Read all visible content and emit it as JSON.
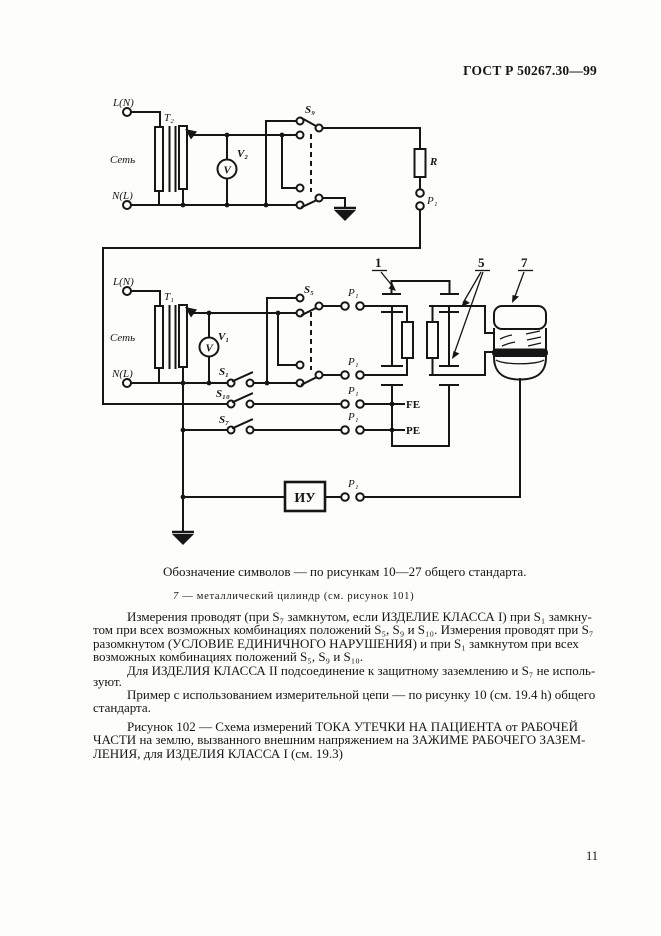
{
  "header": {
    "title": "ГОСТ Р 50267.30—99"
  },
  "footer": {
    "page_number": "11"
  },
  "diagram": {
    "terminals": {
      "l_n": "L(N)",
      "n_l": "N(L)",
      "mains": "Сеть",
      "fe": "FE",
      "pe": "PE"
    },
    "components": {
      "t2": "T₂",
      "t1": "T₁",
      "v2": "V₂",
      "v1": "V₁",
      "voltmeter": "V",
      "r": "R",
      "p1": "P₁",
      "iu": "ИУ"
    },
    "switches": {
      "s9": "S₉",
      "s5": "S₅",
      "s1": "S₁",
      "s10": "S₁₀",
      "s7": "S₇"
    },
    "callouts": {
      "c1": "1",
      "c5": "5",
      "c7": "7"
    }
  },
  "notes": {
    "symbols_note": "Обозначение символов — по рисункам 10—27 общего стандарта.",
    "legend_num": "7",
    "legend_text": "— металлический цилиндр (см. рисунок 101)"
  },
  "body": {
    "lines": [
      "Измерения проводят (при S₇ замкнутом, если ИЗДЕЛИЕ КЛАССА I) при S₁ замкну-",
      "том при всех возможных комбинациях положений S₅, S₉ и S₁₀. Измерения проводят при S₇",
      "разомкнутом (УСЛОВИЕ ЕДИНИЧНОГО НАРУШЕНИЯ) и при S₁ замкнутом при всех",
      "возможных комбинациях положений S₅, S₉ и S₁₀.",
      "Для ИЗДЕЛИЯ КЛАССА II подсоединение к защитному заземлению и S₇ не исполь-",
      "зуют.",
      "Пример с использованием измерительной цепи — по рисунку 10 (см. 19.4 h) общего",
      "стандарта."
    ]
  },
  "caption": {
    "lines": [
      "Рисунок 102 — Схема измерений ТОКА УТЕЧКИ НА ПАЦИЕНТА от РАБОЧЕЙ",
      "ЧАСТИ на землю, вызванного внешним напряжением на ЗАЖИМЕ РАБОЧЕГО ЗАЗЕМ-",
      "ЛЕНИЯ, для ИЗДЕЛИЯ КЛАССА I (см. 19.3)"
    ]
  }
}
